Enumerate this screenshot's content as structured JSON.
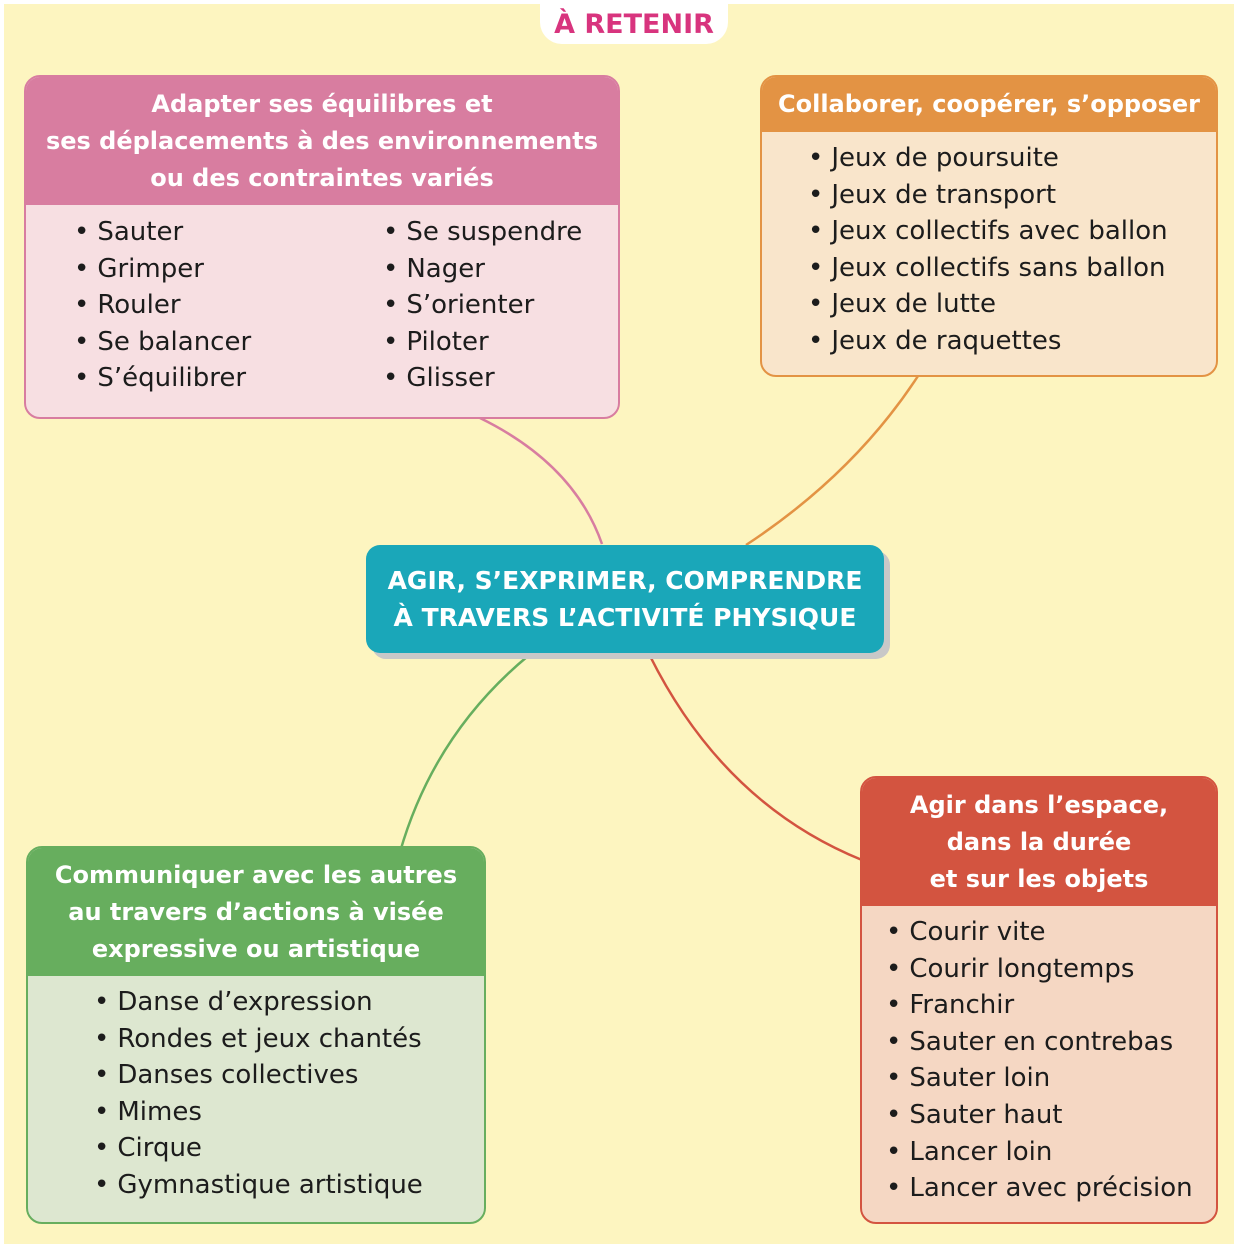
{
  "badge": "À RETENIR",
  "center": {
    "line1": "AGIR, S’EXPRIMER, COMPRENDRE",
    "line2": "À TRAVERS L’ACTIVITÉ PHYSIQUE"
  },
  "colors": {
    "background": "#fdf5c0",
    "badge_text": "#d8347e",
    "center": "#1aa7b9",
    "pink": "#d87da0",
    "orange": "#e39344",
    "green": "#67ae5e",
    "red": "#d35440"
  },
  "boxes": {
    "equilibres": {
      "title_lines": [
        "Adapter ses équilibres et",
        "ses déplacements à des environnements",
        "ou des contraintes variés"
      ],
      "col1": [
        "Sauter",
        "Grimper",
        "Rouler",
        "Se balancer",
        "S’équilibrer"
      ],
      "col2": [
        "Se suspendre",
        "Nager",
        "S’orienter",
        "Piloter",
        "Glisser"
      ]
    },
    "collaborer": {
      "title_lines": [
        "Collaborer, coopérer, s’opposer"
      ],
      "items": [
        "Jeux de poursuite",
        "Jeux de transport",
        "Jeux collectifs avec ballon",
        "Jeux collectifs sans ballon",
        "Jeux de lutte",
        "Jeux de raquettes"
      ]
    },
    "communiquer": {
      "title_lines": [
        "Communiquer avec les autres",
        "au travers d’actions à visée",
        "expressive ou artistique"
      ],
      "items": [
        "Danse d’expression",
        "Rondes et jeux chantés",
        "Danses collectives",
        "Mimes",
        "Cirque",
        "Gymnastique artistique"
      ]
    },
    "espace": {
      "title_lines": [
        "Agir dans l’espace,",
        "dans la durée",
        "et sur les objets"
      ],
      "items": [
        "Courir vite",
        "Courir longtemps",
        "Franchir",
        "Sauter en contrebas",
        "Sauter loin",
        "Sauter haut",
        "Lancer loin",
        "Lancer avec précision"
      ]
    }
  }
}
